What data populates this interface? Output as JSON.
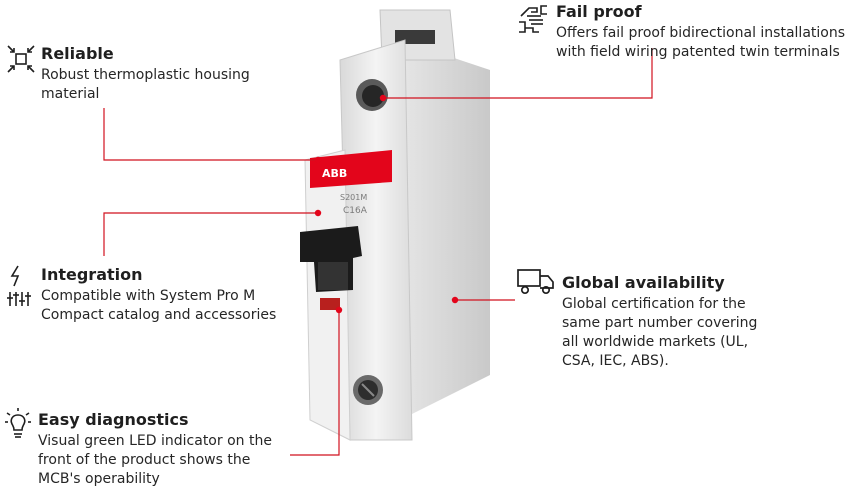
{
  "features": {
    "reliable": {
      "icon": "compress-arrows-icon",
      "title": "Reliable",
      "desc_lines": [
        "Robust thermoplastic housing",
        "material"
      ]
    },
    "integration": {
      "icon": "lightning-sliders-icon",
      "title": "Integration",
      "desc_lines": [
        "Compatible with System Pro M",
        "Compact catalog and accessories"
      ]
    },
    "diagnostics": {
      "icon": "lightbulb-icon",
      "title": "Easy diagnostics",
      "desc_lines": [
        "Visual green LED indicator on the",
        "front of the product shows the",
        "MCB's operability"
      ]
    },
    "failproof": {
      "icon": "handshake-icon",
      "title": "Fail proof",
      "desc_lines": [
        "Offers fail proof bidirectional installations",
        "with field wiring patented twin terminals"
      ]
    },
    "global": {
      "icon": "delivery-truck-icon",
      "title": "Global availability",
      "desc_lines": [
        "Global certification for the",
        "same part number covering",
        "all worldwide markets (UL,",
        "CSA, IEC, ABS)."
      ]
    }
  },
  "product": {
    "brand": "ABB",
    "model": "S201M",
    "rating": "C16A"
  },
  "colors": {
    "accent": "#e3051b",
    "text": "#1f1f1f",
    "housing": "#eeeeee"
  }
}
